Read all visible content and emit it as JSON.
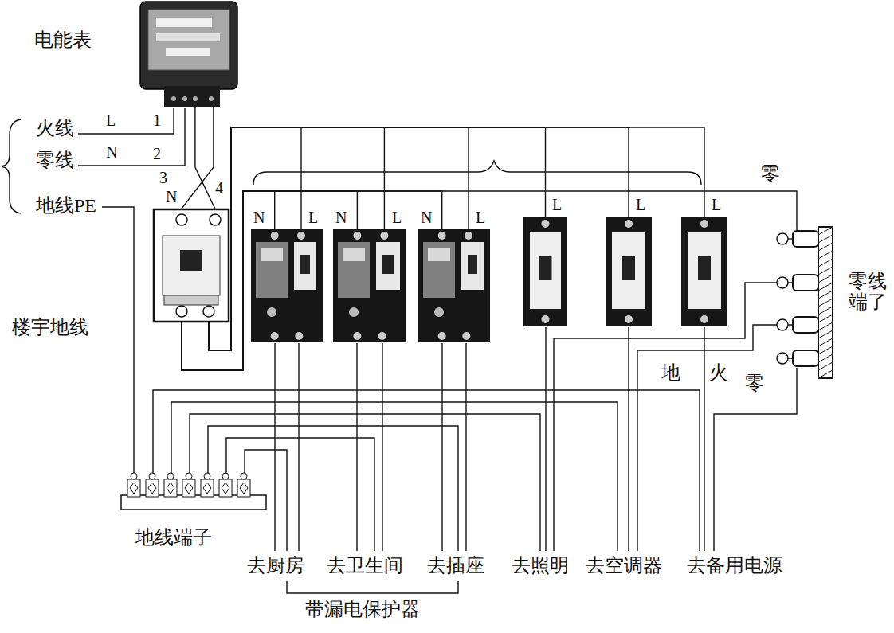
{
  "diagram": {
    "nodes": [
      {
        "text": [
          "电能表"
        ]
      },
      {
        "text": [
          "N"
        ]
      },
      {
        "text": [
          "N",
          "L"
        ]
      },
      {
        "text": [
          "N",
          "L"
        ]
      },
      {
        "text": [
          "N",
          "L"
        ]
      },
      {
        "text": [
          "L"
        ]
      },
      {
        "text": [
          "L"
        ]
      },
      {
        "text": [
          "L"
        ]
      },
      {
        "text": [
          "零线 端了"
        ]
      },
      {
        "text": [
          "地线端子"
        ]
      }
    ],
    "edges": [
      {
        "from": 0,
        "to": 1,
        "arrow": "none"
      },
      {
        "from": 0,
        "to": 1,
        "arrow": "none"
      },
      {
        "from": 1,
        "to": 2,
        "arrow": "none"
      },
      {
        "from": 1,
        "to": 3,
        "arrow": "none"
      },
      {
        "from": 1,
        "to": 4,
        "arrow": "none"
      },
      {
        "from": 1,
        "to": 5,
        "arrow": "none"
      },
      {
        "from": 1,
        "to": 6,
        "arrow": "none"
      },
      {
        "from": 1,
        "to": 7,
        "arrow": "none"
      },
      {
        "from": 1,
        "to": 2,
        "arrow": "none"
      },
      {
        "from": 1,
        "to": 3,
        "arrow": "none"
      },
      {
        "from": 1,
        "to": 4,
        "arrow": "none"
      },
      {
        "from": 1,
        "to": 8,
        "arrow": "none"
      }
    ],
    "labels": [
      "火线",
      "L",
      "1",
      "零线",
      "N",
      "2",
      "地线PE",
      "3",
      "4",
      "楼宇地线",
      "零",
      "地",
      "火",
      "零",
      "去厨房",
      "去卫生间",
      "去插座",
      "去照明",
      "去空调器",
      "去备用电源",
      "带漏电保护器"
    ]
  }
}
